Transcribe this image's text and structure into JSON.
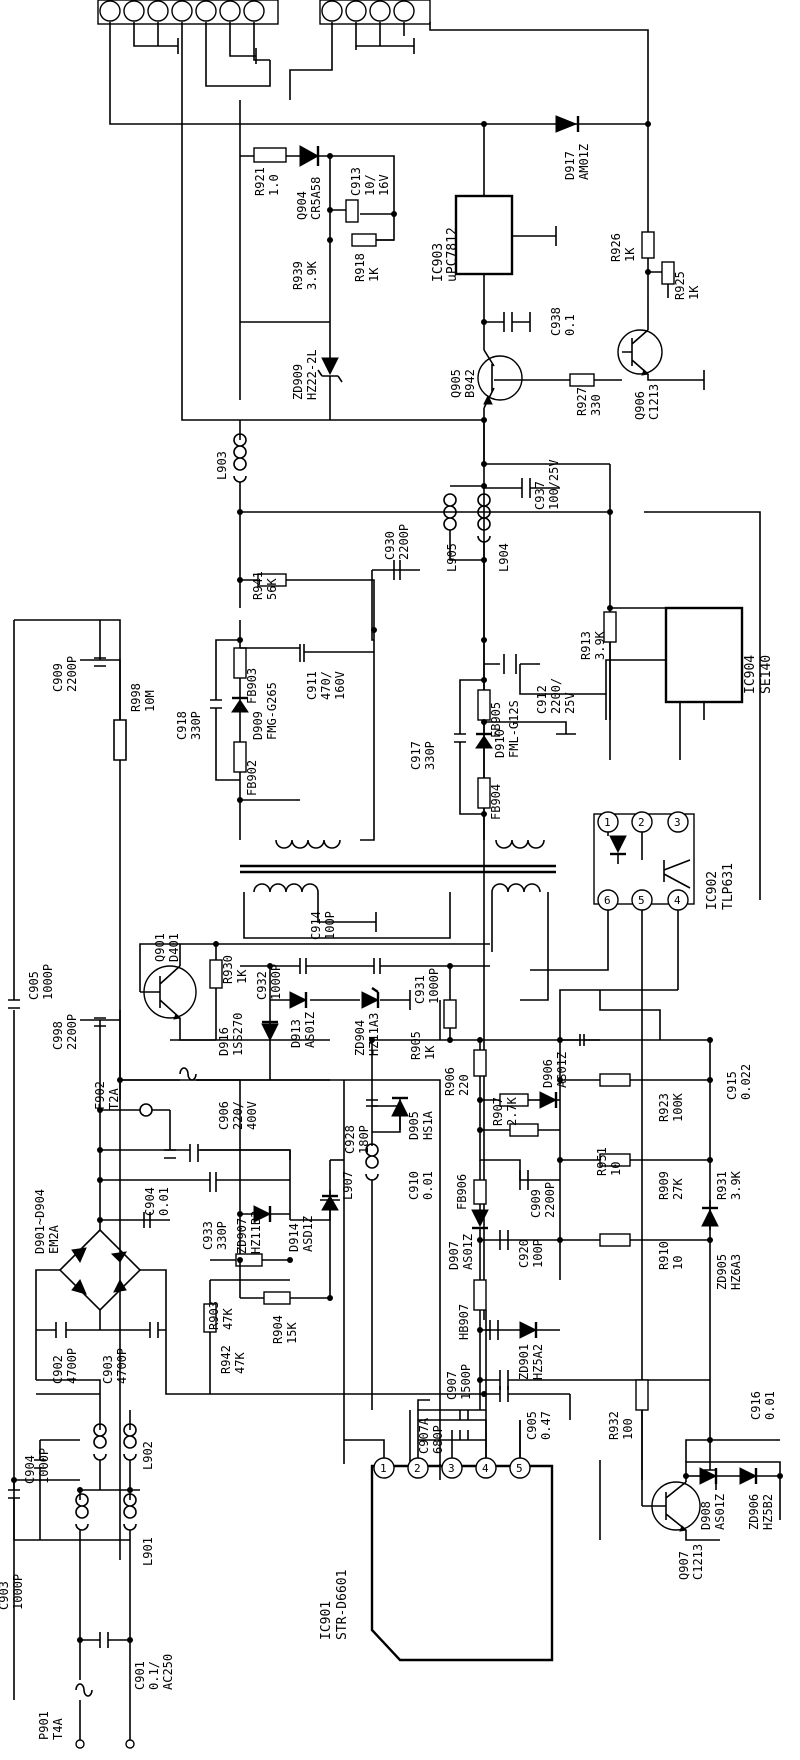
{
  "components": {
    "P901": {
      "ref": "P901",
      "value": "T4A"
    },
    "C901": {
      "ref": "C901",
      "value": "0.1/",
      "value2": "AC250"
    },
    "L901": {
      "ref": "L901"
    },
    "L902": {
      "ref": "L902"
    },
    "C903a": {
      "ref": "C903",
      "value": "1000P"
    },
    "C904a": {
      "ref": "C904",
      "value": "1000P"
    },
    "C902": {
      "ref": "C902",
      "value": "4700P"
    },
    "C903b": {
      "ref": "C903",
      "value": "4700P"
    },
    "BRIDGE": {
      "ref": "D901~D904",
      "value": "EM2A"
    },
    "C904b": {
      "ref": "C904",
      "value": "0.01"
    },
    "C905a": {
      "ref": "C905",
      "value": "1000P"
    },
    "C909a": {
      "ref": "C909",
      "value": "2200P"
    },
    "R998": {
      "ref": "R998",
      "value": "10M"
    },
    "C998": {
      "ref": "C998",
      "value": "2200P"
    },
    "F902": {
      "ref": "F902",
      "value": "T2A"
    },
    "C906": {
      "ref": "C906",
      "value": "220/",
      "value2": "400V"
    },
    "C933": {
      "ref": "C933",
      "value": "330P"
    },
    "R942": {
      "ref": "R942",
      "value": "47K"
    },
    "R903": {
      "ref": "R903",
      "value": "47K"
    },
    "ZD907": {
      "ref": "ZD907",
      "value": "HZ11B3"
    },
    "D914": {
      "ref": "D914",
      "value": "ASD1Z"
    },
    "R904": {
      "ref": "R904",
      "value": "15K"
    },
    "Q901": {
      "ref": "Q901",
      "value": "D401"
    },
    "R930": {
      "ref": "R930",
      "value": "1K"
    },
    "C932": {
      "ref": "C932",
      "value": "1000P"
    },
    "D916": {
      "ref": "D916",
      "value": "1SS270"
    },
    "D913": {
      "ref": "D913",
      "value": "AS01Z"
    },
    "C914": {
      "ref": "C914",
      "value": "100P"
    },
    "ZD904": {
      "ref": "ZD904",
      "value": "HZ11A3"
    },
    "C931": {
      "ref": "C931",
      "value": "1000P"
    },
    "R905": {
      "ref": "R905",
      "value": "1K"
    },
    "C928": {
      "ref": "C928",
      "value": "180P"
    },
    "D905": {
      "ref": "D905",
      "value": "HS1A"
    },
    "L907": {
      "ref": "L907"
    },
    "C910": {
      "ref": "C910",
      "value": "0.01"
    },
    "R906": {
      "ref": "R906",
      "value": "220"
    },
    "D907": {
      "ref": "D907",
      "value": "AS01Z"
    },
    "FB906": {
      "ref": "FB906"
    },
    "HB907": {
      "ref": "HB907"
    },
    "R907": {
      "ref": "R907",
      "value": "2.7K"
    },
    "D906": {
      "ref": "D906",
      "value": "AS01Z"
    },
    "C909b": {
      "ref": "C909",
      "value": "2200P"
    },
    "C920": {
      "ref": "C920",
      "value": "100P"
    },
    "R951": {
      "ref": "R951",
      "value": "10"
    },
    "ZD901": {
      "ref": "ZD901",
      "value": "HZ5A2"
    },
    "C905b": {
      "ref": "C905",
      "value": "0.47"
    },
    "C907A": {
      "ref": "C907A",
      "value": "680P"
    },
    "C907": {
      "ref": "C907",
      "value": "1500P"
    },
    "IC901": {
      "ref": "IC901",
      "value": "STR-D6601"
    },
    "C918": {
      "ref": "C918",
      "value": "330P"
    },
    "D909": {
      "ref": "D909",
      "value": "FMG-G265"
    },
    "FB902": {
      "ref": "FB902"
    },
    "FB903": {
      "ref": "FB903"
    },
    "C911": {
      "ref": "C911",
      "value": "470/",
      "value2": "160V"
    },
    "R941": {
      "ref": "R941",
      "value": "56K"
    },
    "L903": {
      "ref": "L903"
    },
    "C917": {
      "ref": "C917",
      "value": "330P"
    },
    "D910": {
      "ref": "D910",
      "value": "FML-G12S"
    },
    "FB904": {
      "ref": "FB904"
    },
    "FB905": {
      "ref": "FB905"
    },
    "C912": {
      "ref": "C912",
      "value": "2200/",
      "value2": "25V"
    },
    "C930": {
      "ref": "C930",
      "value": "2200P"
    },
    "L905": {
      "ref": "L905"
    },
    "L904": {
      "ref": "L904"
    },
    "C937": {
      "ref": "C937",
      "value": "100/25V"
    },
    "R913": {
      "ref": "R913",
      "value": "3.9K"
    },
    "IC904": {
      "ref": "IC904",
      "value": "SE140"
    },
    "IC902": {
      "ref": "IC902",
      "value": "TLP631"
    },
    "C915": {
      "ref": "C915",
      "value": "0.022"
    },
    "R923": {
      "ref": "R923",
      "value": "100K"
    },
    "R909": {
      "ref": "R909",
      "value": "27K"
    },
    "R910": {
      "ref": "R910",
      "value": "10"
    },
    "R931": {
      "ref": "R931",
      "value": "3.9K"
    },
    "ZD905": {
      "ref": "ZD905",
      "value": "HZ6A3"
    },
    "C916": {
      "ref": "C916",
      "value": "0.01"
    },
    "D908": {
      "ref": "D908",
      "value": "AS01Z"
    },
    "ZD906": {
      "ref": "ZD906",
      "value": "HZ5B2"
    },
    "Q907": {
      "ref": "Q907",
      "value": "C1213"
    },
    "R932": {
      "ref": "R932",
      "value": "100"
    },
    "R921": {
      "ref": "R921",
      "value": "1.0"
    },
    "Q904": {
      "ref": "Q904",
      "value": "CR5A58"
    },
    "C913": {
      "ref": "C913",
      "value": "10/",
      "value2": "16V"
    },
    "R939": {
      "ref": "R939",
      "value": "3.9K"
    },
    "R918": {
      "ref": "R918",
      "value": "1K"
    },
    "ZD909": {
      "ref": "ZD909",
      "value": "HZ22-2L"
    },
    "IC903": {
      "ref": "IC903",
      "value": "uPC7812"
    },
    "C938": {
      "ref": "C938",
      "value": "0.1"
    },
    "Q905": {
      "ref": "Q905",
      "value": "B942"
    },
    "R927": {
      "ref": "R927",
      "value": "330"
    },
    "Q906": {
      "ref": "Q906",
      "value": "C1213"
    },
    "D917": {
      "ref": "D917",
      "value": "AM01Z"
    },
    "R926": {
      "ref": "R926",
      "value": "1K"
    },
    "R925": {
      "ref": "R925",
      "value": "1K"
    }
  },
  "pin_numbers": {
    "ic901": [
      "1",
      "2",
      "3",
      "4",
      "5"
    ],
    "ic902": [
      "1",
      "2",
      "3",
      "6",
      "5",
      "4"
    ]
  }
}
